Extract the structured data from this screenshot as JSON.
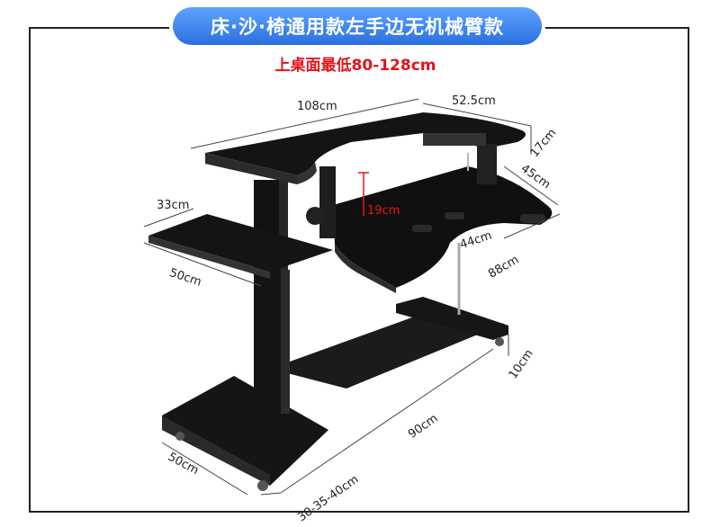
{
  "title": "床·沙·椅通用款左手边无机械臂款",
  "subtitle": "上桌面最低80-128cm",
  "dimensions": {
    "top_width": "108cm",
    "wing_width": "52.5cm",
    "wing_depth": "17cm",
    "lower_depth": "45cm",
    "gap_height": "19cm",
    "cutout_width": "44cm",
    "lower_width": "88cm",
    "side_tray_depth": "33cm",
    "side_tray_width": "50cm",
    "base_height": "10cm",
    "base_length": "90cm",
    "foot_width": "50cm",
    "stand_depth": "30-35-40cm"
  },
  "colors": {
    "title_bg": "#2b6fe0",
    "subtitle": "#e3141b",
    "gap_marker": "#e3141b"
  }
}
